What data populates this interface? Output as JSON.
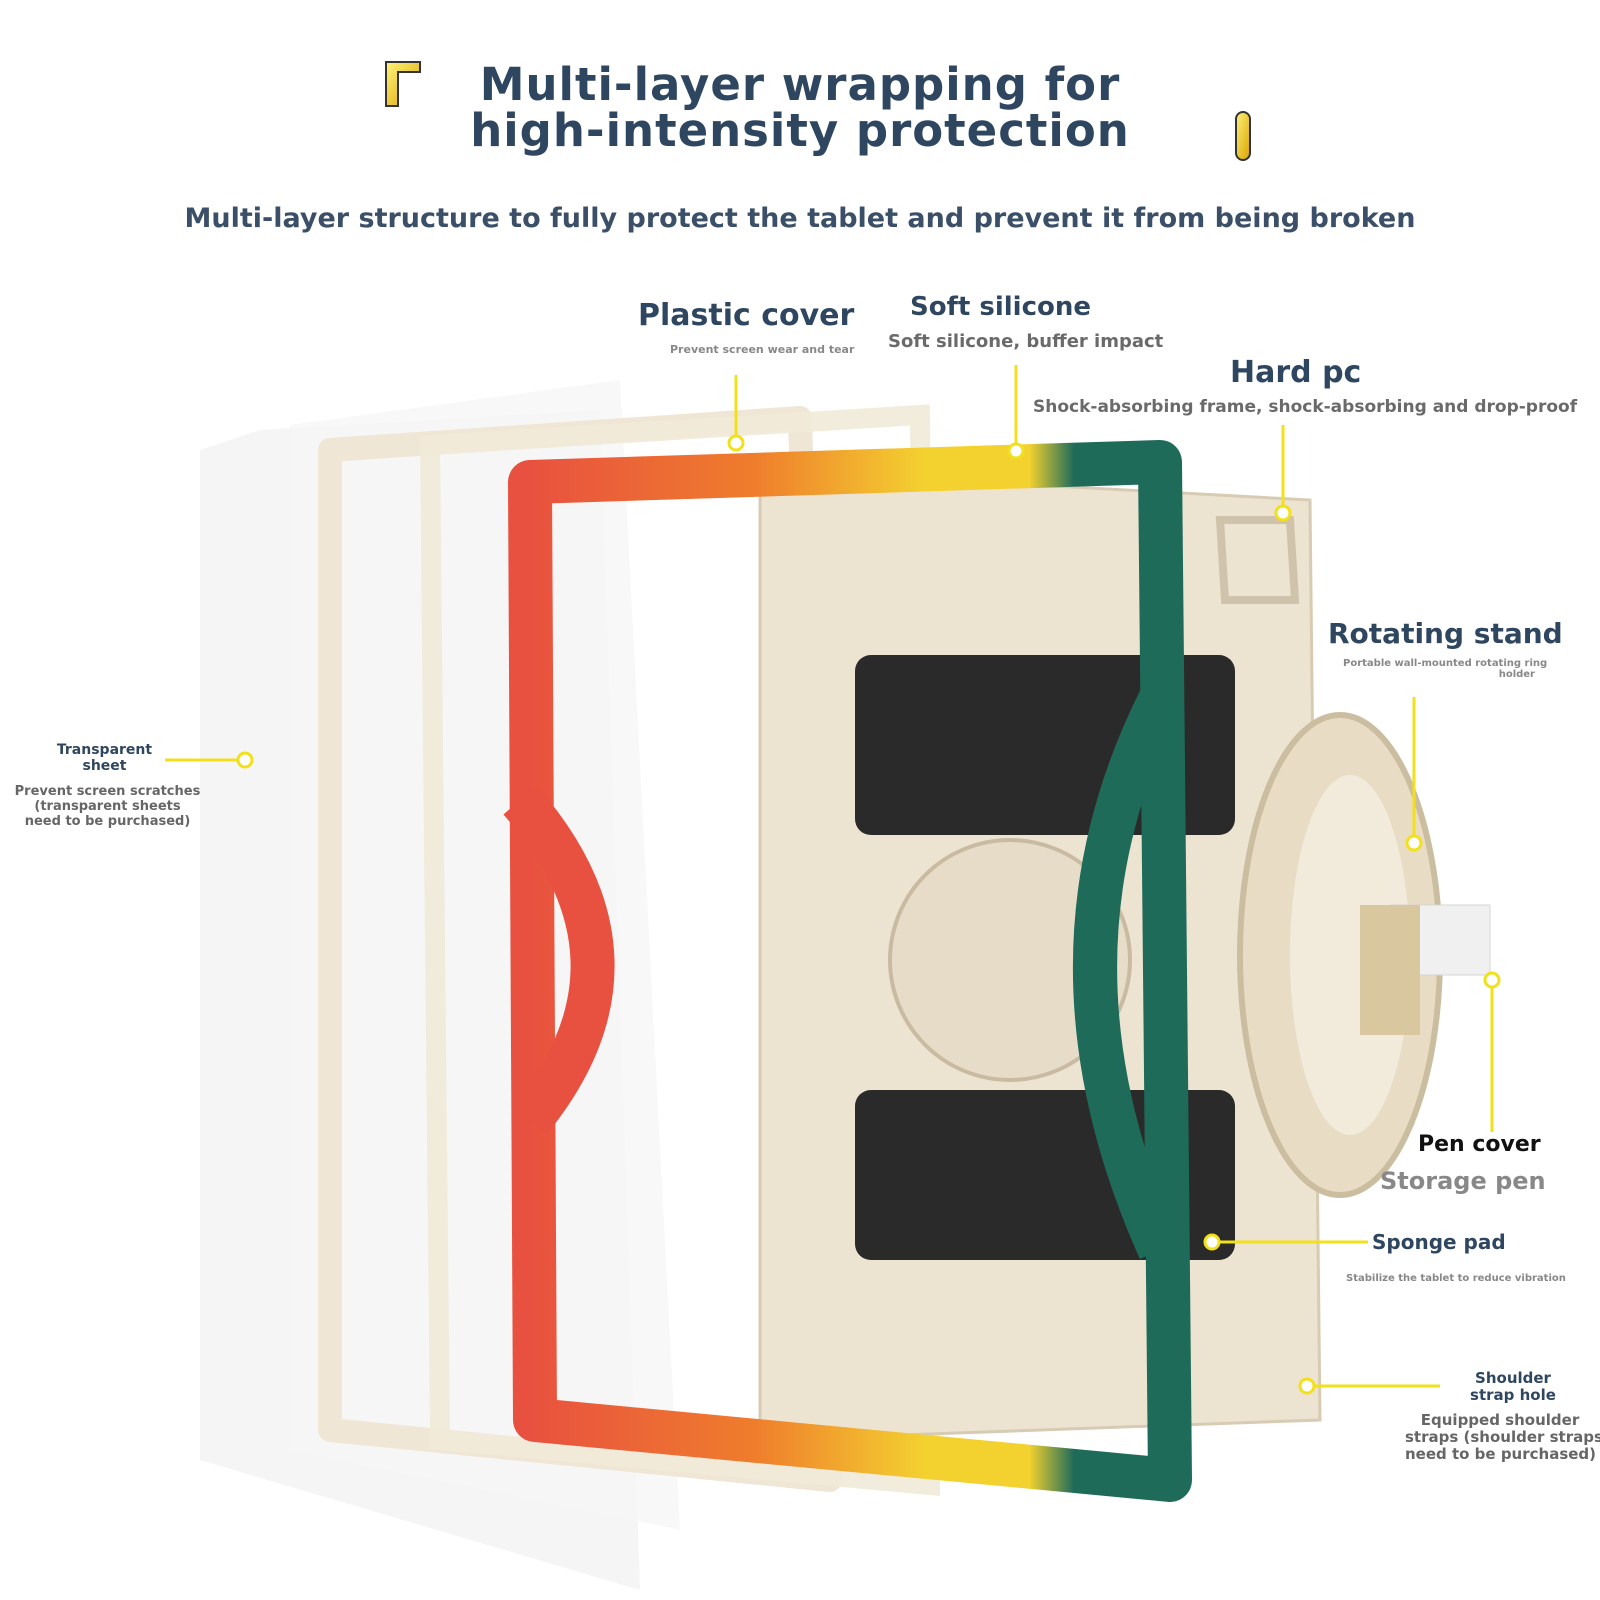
{
  "header": {
    "title_line1": "Multi-layer wrapping for",
    "title_line2": "high-intensity protection",
    "subtitle": "Multi-layer structure to fully protect the tablet and prevent it from being broken"
  },
  "callouts": {
    "plastic_cover": {
      "title": "Plastic cover",
      "desc": "Prevent screen wear and tear"
    },
    "soft_silicone": {
      "title": "Soft silicone",
      "desc": "Soft silicone, buffer impact"
    },
    "hard_pc": {
      "title": "Hard pc",
      "desc": "Shock-absorbing frame, shock-absorbing and drop-proof"
    },
    "rotating_stand": {
      "title": "Rotating stand",
      "desc_line1": "Portable wall-mounted rotating ring",
      "desc_line2": "holder"
    },
    "transparent_sheet": {
      "title_line1": "Transparent",
      "title_line2": "sheet",
      "desc_line1": "Prevent screen scratches",
      "desc_line2": "(transparent sheets",
      "desc_line3": "need to be purchased)"
    },
    "pen_cover": {
      "title": "Pen cover",
      "desc": "Storage pen"
    },
    "sponge_pad": {
      "title": "Sponge pad",
      "desc": "Stabilize the tablet to reduce vibration"
    },
    "shoulder_strap": {
      "title_line1": "Shoulder",
      "title_line2": "strap hole",
      "desc_line1": "Equipped shoulder",
      "desc_line2": "straps (shoulder straps",
      "desc_line3": "need to be purchased)"
    }
  },
  "colors": {
    "title": "#2f4660",
    "leader_line": "#f2e01a",
    "red": "#e8513f",
    "orange": "#ef7d2c",
    "yellow": "#f3d230",
    "green": "#1f6b5a",
    "cream": "#efe6d6"
  }
}
